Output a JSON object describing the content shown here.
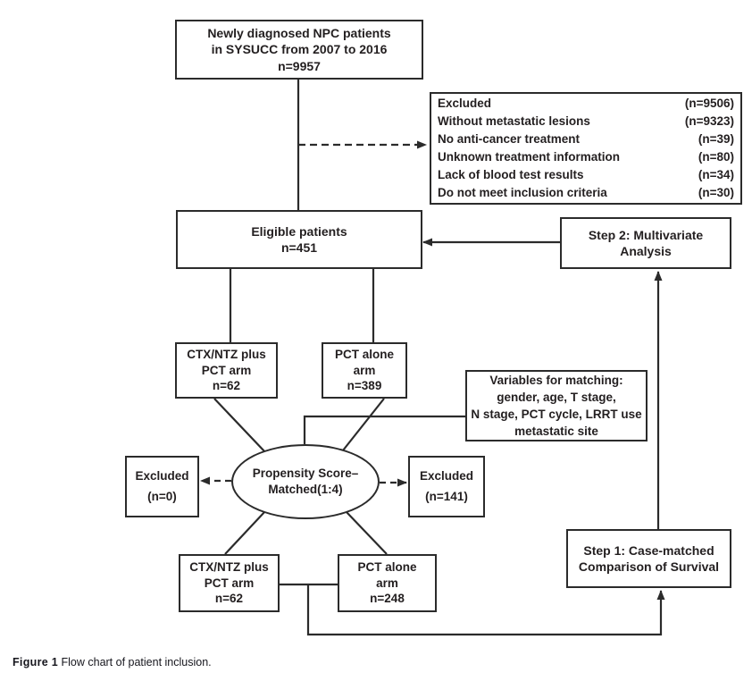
{
  "figure": {
    "caption_label": "Figure 1",
    "caption_text": " Flow chart of patient inclusion."
  },
  "boxes": {
    "top": {
      "line1": "Newly diagnosed NPC patients",
      "line2": "in SYSUCC from 2007 to 2016",
      "line3": "n=9957"
    },
    "excluded_list": {
      "rows": [
        {
          "label": "Excluded",
          "value": "(n=9506)"
        },
        {
          "label": "Without metastatic lesions",
          "value": "(n=9323)"
        },
        {
          "label": "No anti-cancer treatment",
          "value": "(n=39)"
        },
        {
          "label": "Unknown treatment information",
          "value": "(n=80)"
        },
        {
          "label": "Lack of  blood test results",
          "value": "(n=34)"
        },
        {
          "label": "Do not meet inclusion criteria",
          "value": "(n=30)"
        }
      ]
    },
    "eligible": {
      "line1": "Eligible patients",
      "line2": "n=451"
    },
    "step2": {
      "line1": "Step 2:  Multivariate",
      "line2": "Analysis"
    },
    "ctx_mid": {
      "line1": "CTX/NTZ plus",
      "line2": "PCT arm",
      "line3": "n=62"
    },
    "pct_mid": {
      "line1": "PCT alone",
      "line2": "arm",
      "line3": "n=389"
    },
    "variables": {
      "line1": "Variables for matching:",
      "line2": "gender, age, T stage,",
      "line3": "N stage, PCT cycle, LRRT use",
      "line4": "metastatic site"
    },
    "propensity": {
      "line1": "Propensity Score–",
      "line2": "Matched(1:4)"
    },
    "excluded_left": {
      "line1": "Excluded",
      "line2": "(n=0)"
    },
    "excluded_right": {
      "line1": "Excluded",
      "line2": "(n=141)"
    },
    "ctx_bottom": {
      "line1": "CTX/NTZ plus",
      "line2": "PCT arm",
      "line3": "n=62"
    },
    "pct_bottom": {
      "line1": "PCT alone",
      "line2": "arm",
      "line3": "n=248"
    },
    "step1": {
      "line1": "Step 1: Case-matched",
      "line2": "Comparison of Survival"
    }
  },
  "colors": {
    "line": "#2b2b2b",
    "text": "#231f20",
    "background": "#ffffff"
  }
}
